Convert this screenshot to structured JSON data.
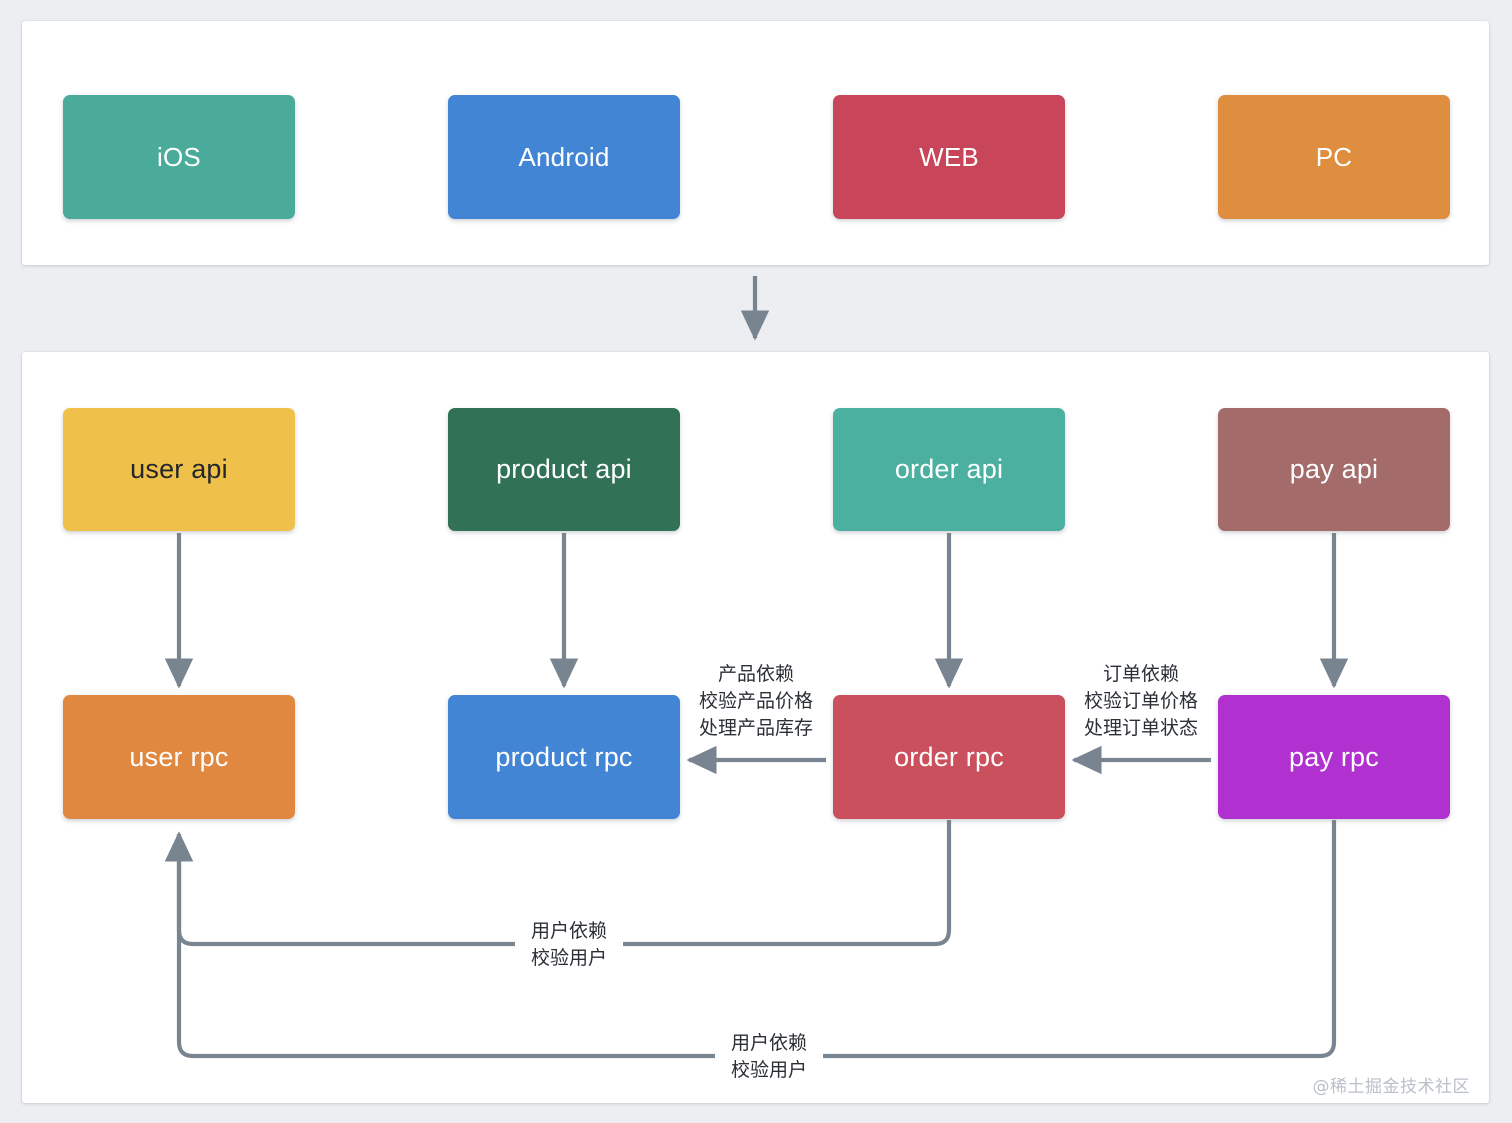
{
  "diagram": {
    "title": "microservice-layered-architecture",
    "background_color": "#eceef1",
    "panel_color": "#ffffff",
    "connector_color": "#78848f"
  },
  "client_layer": {
    "name": "client-layer",
    "nodes": [
      {
        "id": "ios",
        "label": "iOS",
        "color": "#4aab9b",
        "text_color": "#ffffff"
      },
      {
        "id": "android",
        "label": "Android",
        "color": "#4285d4",
        "text_color": "#ffffff"
      },
      {
        "id": "web",
        "label": "WEB",
        "color": "#c8455a",
        "text_color": "#ffffff"
      },
      {
        "id": "pc",
        "label": "PC",
        "color": "#df8d3f",
        "text_color": "#ffffff"
      }
    ]
  },
  "service_layer": {
    "name": "service-layer",
    "api_nodes": [
      {
        "id": "user-api",
        "label": "user api",
        "color": "#efc04a",
        "text_color": "#24262b"
      },
      {
        "id": "product-api",
        "label": "product api",
        "color": "#317156",
        "text_color": "#ffffff"
      },
      {
        "id": "order-api",
        "label": "order api",
        "color": "#4cb0a0",
        "text_color": "#ffffff"
      },
      {
        "id": "pay-api",
        "label": "pay api",
        "color": "#a46b6b",
        "text_color": "#ffffff"
      }
    ],
    "rpc_nodes": [
      {
        "id": "user-rpc",
        "label": "user rpc",
        "color": "#e08840",
        "text_color": "#ffffff"
      },
      {
        "id": "product-rpc",
        "label": "product rpc",
        "color": "#4285d4",
        "text_color": "#ffffff"
      },
      {
        "id": "order-rpc",
        "label": "order rpc",
        "color": "#c9505c",
        "text_color": "#ffffff"
      },
      {
        "id": "pay-rpc",
        "label": "pay rpc",
        "color": "#b030d0",
        "text_color": "#ffffff"
      }
    ]
  },
  "edge_labels": {
    "product_dependency": "产品依赖\n校验产品价格\n处理产品库存",
    "product_dependency_lines": [
      "产品依赖",
      "校验产品价格",
      "处理产品库存"
    ],
    "order_dependency_lines": [
      "订单依赖",
      "校验订单价格",
      "处理订单状态"
    ],
    "user_dependency_order_lines": [
      "用户依赖",
      "校验用户"
    ],
    "user_dependency_pay_lines": [
      "用户依赖",
      "校验用户"
    ]
  },
  "connections": [
    {
      "from": "client-layer",
      "to": "service-layer",
      "label": ""
    },
    {
      "from": "user-api",
      "to": "user-rpc",
      "label": ""
    },
    {
      "from": "product-api",
      "to": "product-rpc",
      "label": ""
    },
    {
      "from": "order-api",
      "to": "order-rpc",
      "label": ""
    },
    {
      "from": "pay-api",
      "to": "pay-rpc",
      "label": ""
    },
    {
      "from": "order-rpc",
      "to": "product-rpc",
      "label": "产品依赖 校验产品价格 处理产品库存"
    },
    {
      "from": "pay-rpc",
      "to": "order-rpc",
      "label": "订单依赖 校验订单价格 处理订单状态"
    },
    {
      "from": "order-rpc",
      "to": "user-rpc",
      "label": "用户依赖 校验用户"
    },
    {
      "from": "pay-rpc",
      "to": "user-rpc",
      "label": "用户依赖 校验用户"
    }
  ],
  "watermark": {
    "text": "@稀土掘金技术社区"
  }
}
